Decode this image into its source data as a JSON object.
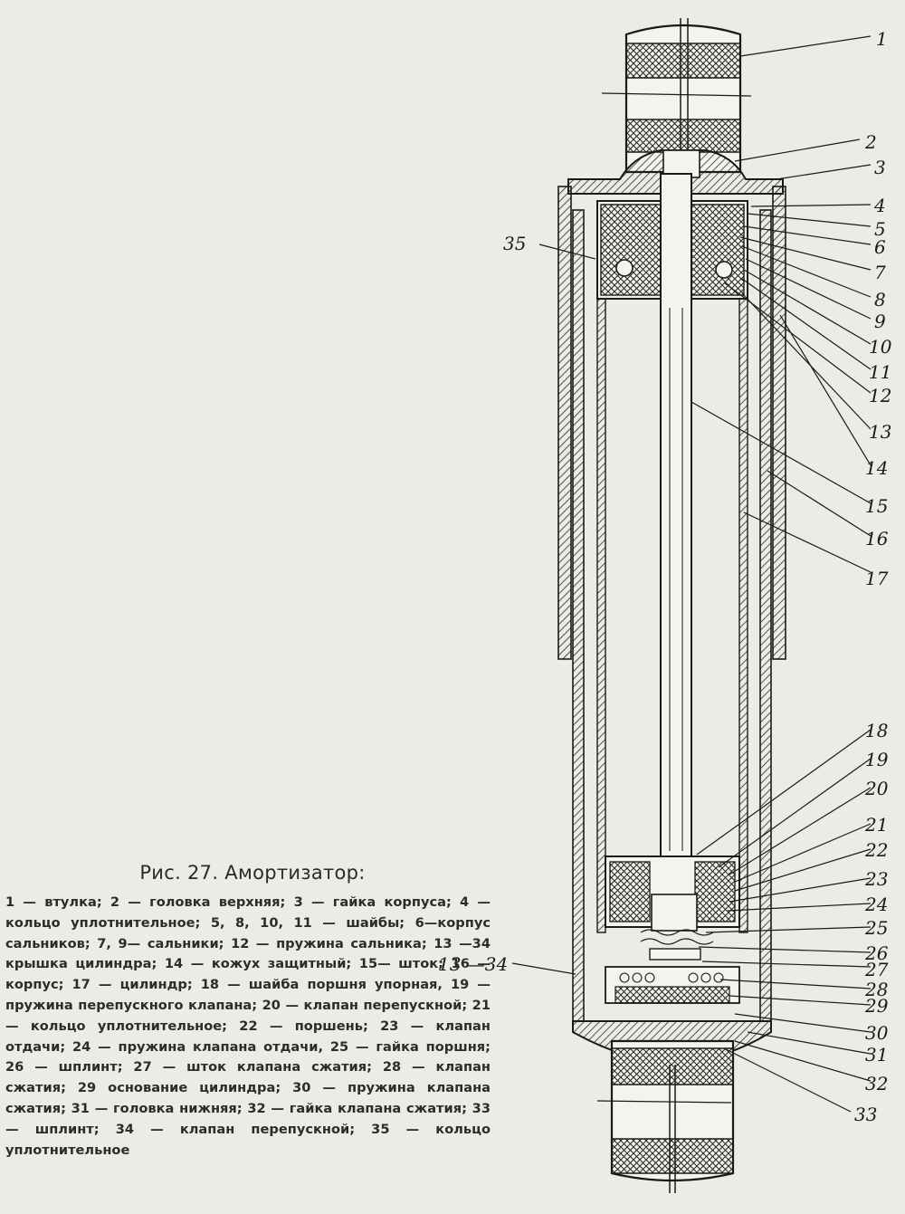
{
  "figure": {
    "title": "Рис. 27. Амортизатор:",
    "legend": "1 — втулка; 2 — головка верхняя; 3 — гайка корпуса; 4 — кольцо уплотнительное; 5, 8, 10, 11 — шайбы; 6—корпус сальников; 7, 9— сальники; 12 — пружина сальника; 13 —34 крышка цилиндра; 14 — кожух защитный; 15— шток; 16 — корпус; 17 — цилиндр; 18 — шайба поршня упорная, 19 — пружина перепускного клапана; 20 — клапан перепускной; 21 — кольцо уплотнительное; 22 — поршень; 23 — клапан отдачи; 24 — пружина клапана отдачи, 25 — гайка поршня; 26 — шплинт; 27 — шток клапана сжатия; 28 — клапан сжатия; 29 основание цилиндра; 30 — пружина клапана сжатия; 31 — головка нижняя; 32 — гайка клапана сжатия; 33 — шплинт; 34 — клапан перепускной; 35 — кольцо уплотнительное"
  },
  "callouts": {
    "c1": "1",
    "c2": "2",
    "c3": "3",
    "c4": "4",
    "c5": "5",
    "c6": "6",
    "c7": "7",
    "c8": "8",
    "c9": "9",
    "c10": "10",
    "c11": "11",
    "c12": "12",
    "c13": "13",
    "c14": "14",
    "c15": "15",
    "c16": "16",
    "c17": "17",
    "c18": "18",
    "c19": "19",
    "c20": "20",
    "c21": "21",
    "c22": "22",
    "c23": "23",
    "c24": "24",
    "c25": "25",
    "c26": "26",
    "c27": "27",
    "c28": "28",
    "c29": "29",
    "c30": "30",
    "c31": "31",
    "c32": "32",
    "c33": "33",
    "c34": "13 —34",
    "c35": "35"
  }
}
